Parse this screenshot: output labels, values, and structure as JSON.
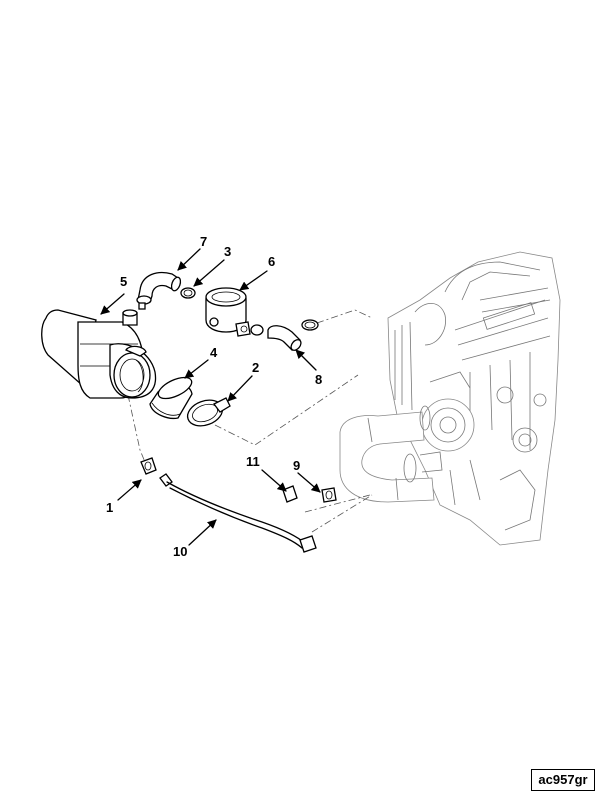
{
  "callouts": {
    "c1": "1",
    "c2": "2",
    "c3": "3",
    "c4": "4",
    "c5": "5",
    "c6": "6",
    "c7": "7",
    "c8": "8",
    "c9": "9",
    "c10": "10",
    "c11": "11"
  },
  "reference_code": "ac957gr"
}
